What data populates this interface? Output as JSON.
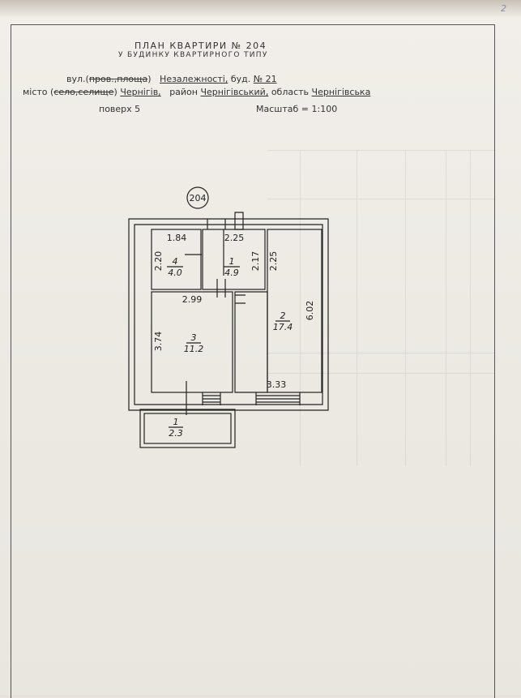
{
  "page_number": "2",
  "header": {
    "title": "ПЛАН КВАРТИРИ № 204",
    "subtitle": "У БУДИНКУ КВАРТИРНОГО ТИПУ",
    "street_prefix": "вул.(",
    "street_crossed": "пров.,площа",
    "street_close": ")",
    "street_name": "Незалежності,",
    "building_label": "буд.",
    "building_number": "№ 21",
    "city_label": "місто (",
    "city_crossed": "село,селище",
    "city_close": ")",
    "city_name": "Чернігів,",
    "district_label": "район",
    "district_name": "Чернігівський,",
    "region_label": "область",
    "region_name": "Чернігівська",
    "floor_label": "поверх 5",
    "scale_label": "Масштаб = 1:100"
  },
  "plan": {
    "apartment_number": "204",
    "rooms": [
      {
        "number": "4",
        "area": "4.0"
      },
      {
        "number": "1",
        "area": "4.9"
      },
      {
        "number": "2",
        "area": "17.4"
      },
      {
        "number": "3",
        "area": "11.2"
      },
      {
        "number": "1",
        "area": "2.3"
      }
    ],
    "dimensions": {
      "d_1_84": "1.84",
      "d_2_25_top": "2.25",
      "d_2_20": "2.20",
      "d_2_17": "2.17",
      "d_2_25_side": "2.25",
      "d_2_99": "2.99",
      "d_6_02": "6.02",
      "d_3_74": "3.74",
      "d_3_33": "3.33"
    }
  },
  "colors": {
    "ink": "#222222",
    "paper": "#efece6"
  }
}
